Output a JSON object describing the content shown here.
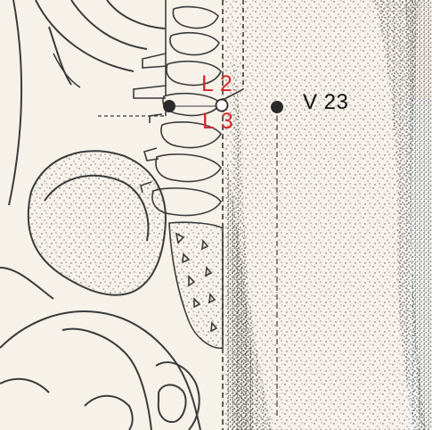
{
  "labels": {
    "l2": "L 2",
    "l3": "L 3",
    "v23": "V 23"
  },
  "colors": {
    "background": "#f6f2ea",
    "vertebra_label": "#d4282a",
    "point_label": "#111111",
    "point_marker": "#2a2a2a",
    "stipple": "#6a6a6a",
    "line_art": "#3b3b3b"
  }
}
